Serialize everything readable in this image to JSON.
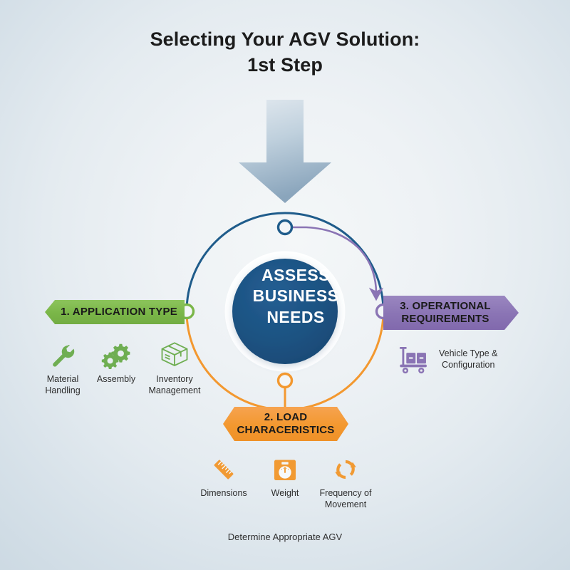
{
  "title": {
    "line1": "Selecting Your AGV Solution:",
    "line2": "1st Step"
  },
  "center": {
    "line1": "ASSESS",
    "line2": "BUSINESS",
    "line3": "NEEDS"
  },
  "branches": [
    {
      "id": "application-type",
      "label": "1. APPLICATION TYPE",
      "color": "#7ab648",
      "items": [
        {
          "label": "Material\nHandling",
          "icon": "wrench-icon"
        },
        {
          "label": "Assembly",
          "icon": "gears-icon"
        },
        {
          "label": "Inventory\nManagement",
          "icon": "package-box-icon"
        }
      ]
    },
    {
      "id": "load-characeristics",
      "label_line1": "2. LOAD",
      "label_line2": "CHARACERISTICS",
      "color": "#f3982f",
      "items": [
        {
          "label": "Dimensions",
          "icon": "ruler-icon"
        },
        {
          "label": "Weight",
          "icon": "scale-icon"
        },
        {
          "label": "Frequency of\nMovement",
          "icon": "cycle-arrows-icon"
        }
      ]
    },
    {
      "id": "operational-requirements",
      "label_line1": "3. OPERATIONAL",
      "label_line2": "REQUIREMENTS",
      "color": "#8a74b4",
      "items": [
        {
          "label": "Vehicle Type &\nConfiguration",
          "icon": "agv-cart-icon"
        }
      ]
    }
  ],
  "footer": "Determine Appropriate AGV",
  "colors": {
    "ring_blue": "#1f5c8b",
    "ring_orange": "#f3982f",
    "node_green": "#7ab648",
    "node_purple": "#8a74b4",
    "center_fill": "#1c5180",
    "arrow_gradient_top": "#dfe6ec",
    "arrow_gradient_bottom": "#8ba6bd",
    "background": "#e4ebf0"
  }
}
